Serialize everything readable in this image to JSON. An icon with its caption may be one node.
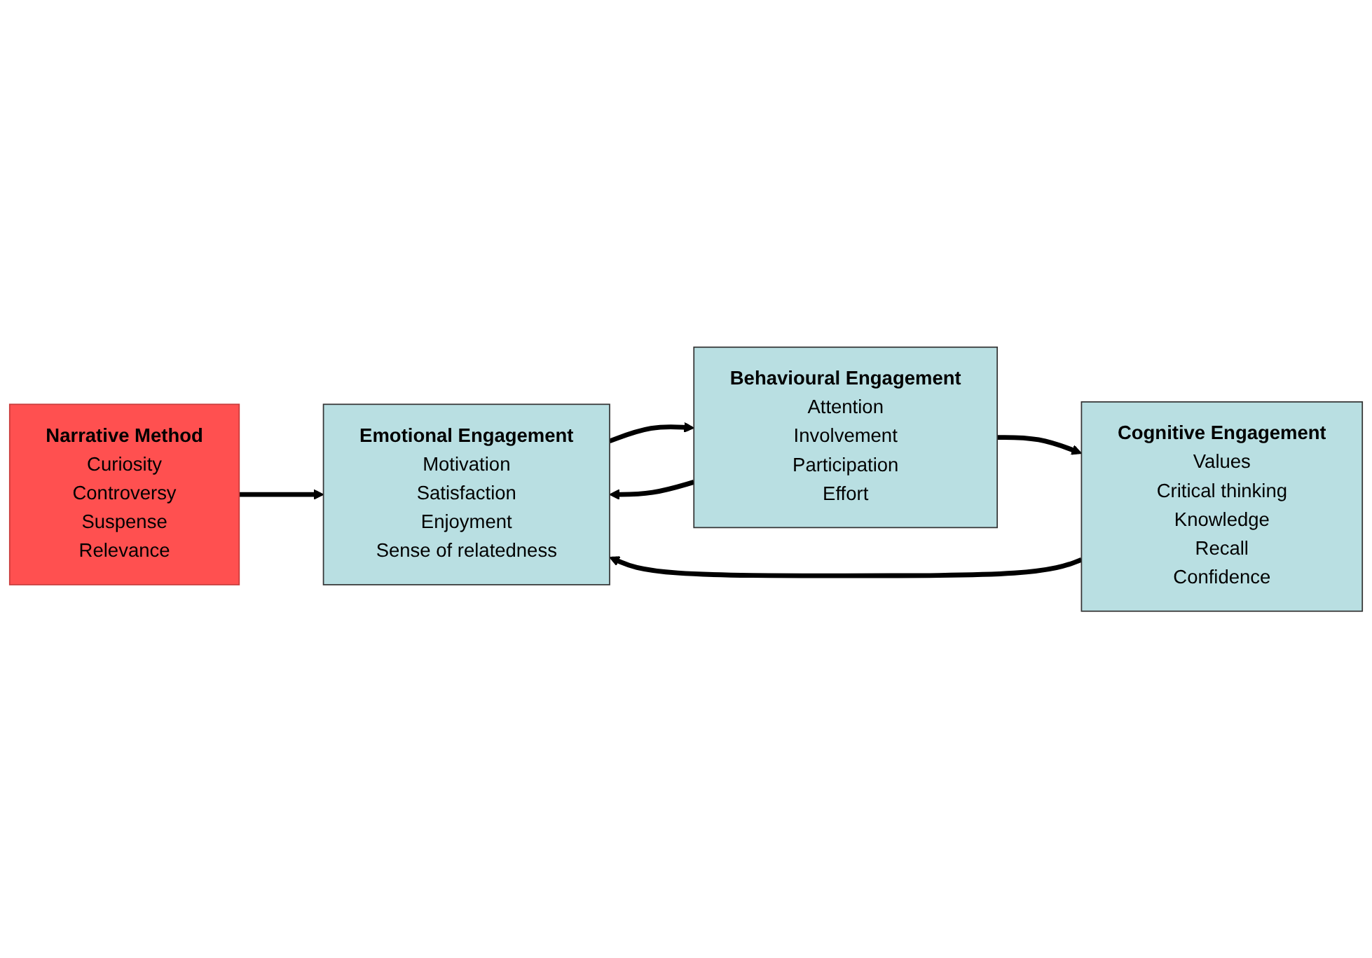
{
  "diagram": {
    "nodes": [
      {
        "text": [
          "Narrative Method",
          "Curiosity",
          "Controversy",
          "Suspense",
          "Relevance"
        ]
      },
      {
        "text": [
          "Emotional Engagement",
          "Motivation",
          "Satisfaction",
          "Enjoyment",
          "Sense of relatedness"
        ]
      },
      {
        "text": [
          "Behavioural Engagement",
          "Attention",
          "Involvement",
          "Participation",
          "Effort"
        ]
      },
      {
        "text": [
          "Cognitive Engagement",
          "Values",
          "Critical thinking",
          "Knowledge",
          "Recall",
          "Confidence"
        ]
      }
    ],
    "edges": [
      {
        "from": 0,
        "to": 1,
        "arrow": "to"
      },
      {
        "from": 1,
        "to": 2,
        "arrow": "to"
      },
      {
        "from": 2,
        "to": 1,
        "arrow": "to"
      },
      {
        "from": 2,
        "to": 3,
        "arrow": "to"
      },
      {
        "from": 3,
        "to": 1,
        "arrow": "to"
      }
    ]
  }
}
